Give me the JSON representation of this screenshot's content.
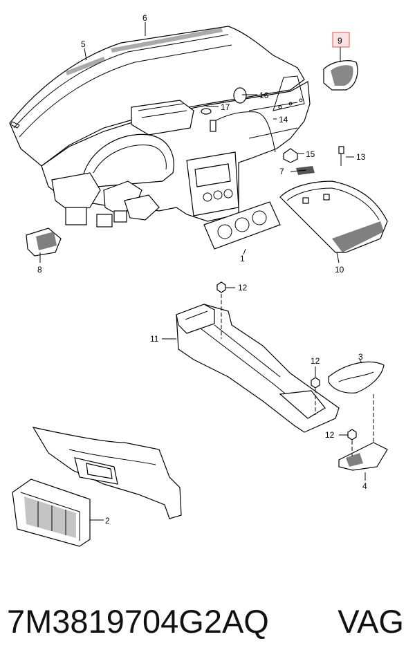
{
  "diagram": {
    "callouts": {
      "c1": "1",
      "c2": "2",
      "c3": "3",
      "c4": "4",
      "c5": "5",
      "c6": "6",
      "c7": "7",
      "c8": "8",
      "c9": "9",
      "c10": "10",
      "c11": "11",
      "c12a": "12",
      "c12b": "12",
      "c12c": "12",
      "c13": "13",
      "c14": "14",
      "c15": "15",
      "c16": "16",
      "c17": "17"
    },
    "highlighted_callout": "9",
    "highlight_color": "#e05050"
  },
  "footer": {
    "part_number": "7M3819704G2AQ",
    "brand": "VAG"
  }
}
